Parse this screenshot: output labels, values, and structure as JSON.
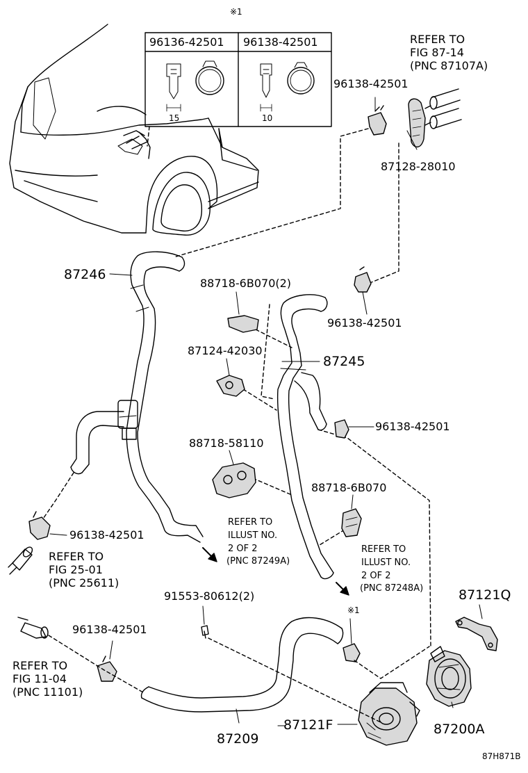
{
  "diagram": {
    "figure_code": "87H871B",
    "table_note": "※1",
    "table_headers": [
      "96136-42501",
      "96138-42501"
    ],
    "table_dims": [
      "15",
      "10"
    ],
    "clamp_note": "※1",
    "labels": {
      "ref_87_14": [
        "REFER TO",
        "FIG 87-14",
        "(PNC 87107A)"
      ],
      "p96138_top": "96138-42501",
      "p87128": "87128-28010",
      "p87246": "87246",
      "p88718_6b070_2": "88718-6B070(2)",
      "p96138_mid": "96138-42501",
      "p87124": "87124-42030",
      "p87245": "87245",
      "p96138_right": "96138-42501",
      "p88718_58110": "88718-58110",
      "p88718_6b070": "88718-6B070",
      "p96138_left": "96138-42501",
      "ref_25_01": [
        "REFER TO",
        "FIG 25-01",
        "(PNC 25611)"
      ],
      "ref_illust_a": [
        "REFER TO",
        "ILLUST NO.",
        "2 OF 2",
        "(PNC 87249A)"
      ],
      "ref_illust_b": [
        "REFER TO",
        "ILLUST NO.",
        "2 OF 2",
        "(PNC 87248A)"
      ],
      "p91553": "91553-80612(2)",
      "p87121q": "87121Q",
      "p96138_low": "96138-42501",
      "ref_11_04": [
        "REFER TO",
        "FIG 11-04",
        "(PNC 11101)"
      ],
      "p87209": "87209",
      "p87121f": "87121F",
      "p87200a": "87200A"
    },
    "colors": {
      "ink": "#000000",
      "paper": "#ffffff",
      "tint": "#d9d9d9"
    }
  }
}
